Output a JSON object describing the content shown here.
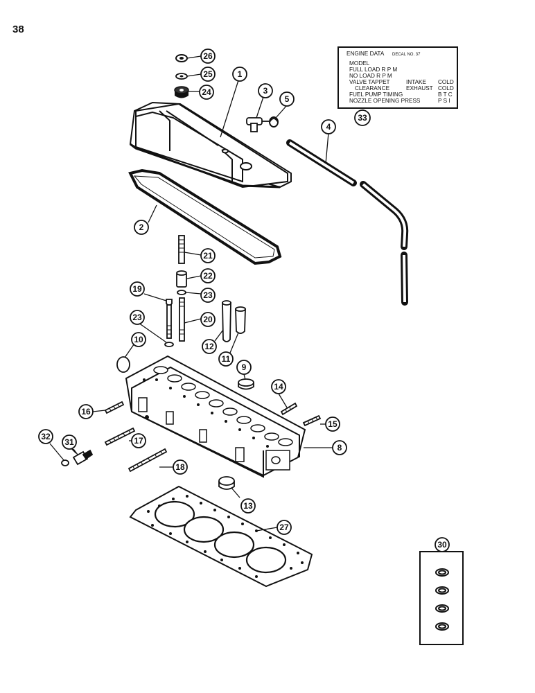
{
  "page": {
    "number": "38"
  },
  "decal": {
    "title": "ENGINE DATA",
    "decal_no": "DECAL NO. 37",
    "rows": [
      {
        "left": "MODEL",
        "mid": "",
        "right": ""
      },
      {
        "left": "FULL LOAD R P M",
        "mid": "",
        "right": ""
      },
      {
        "left": "NO LOAD R P M",
        "mid": "",
        "right": ""
      },
      {
        "left": "VALVE TAPPET",
        "mid": "INTAKE",
        "right": "COLD"
      },
      {
        "left": "CLEARANCE",
        "mid": "EXHAUST",
        "right": "COLD"
      },
      {
        "left": "FUEL PUMP TIMING",
        "mid": "",
        "right": "B T C"
      },
      {
        "left": "NOZZLE OPENING PRESS",
        "mid": "",
        "right": "P S I"
      }
    ]
  },
  "callouts": [
    "1",
    "2",
    "3",
    "4",
    "5",
    "8",
    "9",
    "10",
    "11",
    "12",
    "13",
    "14",
    "15",
    "16",
    "17",
    "18",
    "19",
    "20",
    "21",
    "22",
    "23",
    "23",
    "24",
    "25",
    "26",
    "27",
    "30",
    "31",
    "32",
    "33"
  ]
}
